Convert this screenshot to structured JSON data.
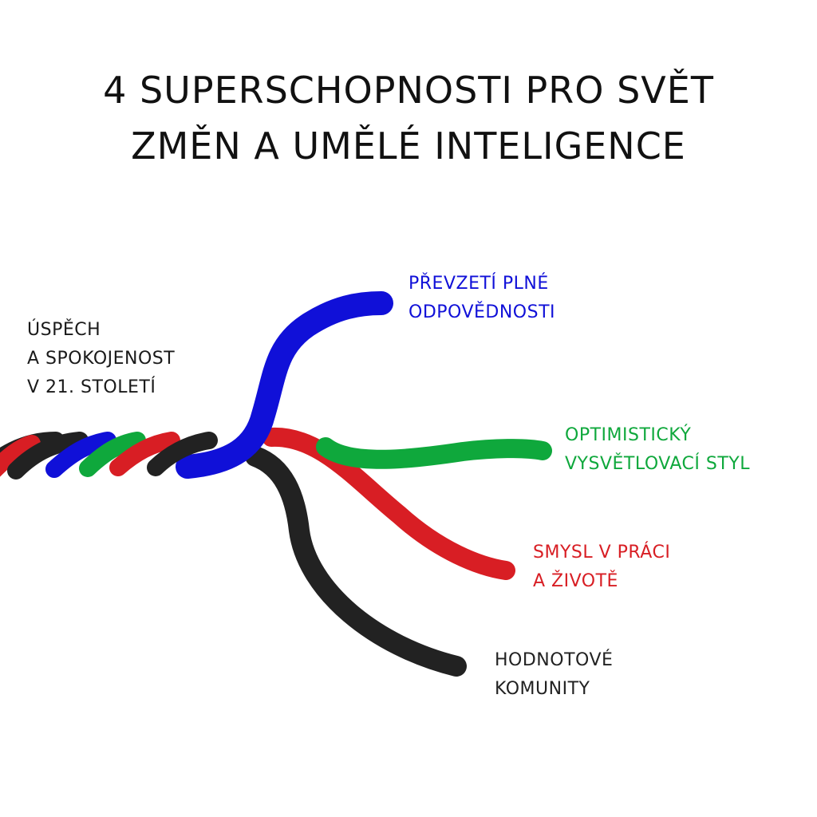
{
  "title": {
    "line1": "4 SUPERSCHOPNOSTI PRO SVĚT",
    "line2": "ZMĚN A UMĚLÉ INTELIGENCE"
  },
  "root_label": {
    "line1": "ÚSPĚCH",
    "line2": "A SPOKOJENOST",
    "line3": "V 21. STOLETÍ"
  },
  "branches": [
    {
      "id": "blue",
      "color": "#1010d8",
      "line1": "PŘEVZETÍ PLNÉ",
      "line2": "ODPOVĚDNOSTI"
    },
    {
      "id": "green",
      "color": "#0fa83c",
      "line1": "OPTIMISTICKÝ",
      "line2": "VYSVĚTLOVACÍ STYL"
    },
    {
      "id": "red",
      "color": "#d81e24",
      "line1": "SMYSL V PRÁCI",
      "line2": "A ŽIVOTĚ"
    },
    {
      "id": "black",
      "color": "#222222",
      "line1": "HODNOTOVÉ",
      "line2": "KOMUNITY"
    }
  ]
}
